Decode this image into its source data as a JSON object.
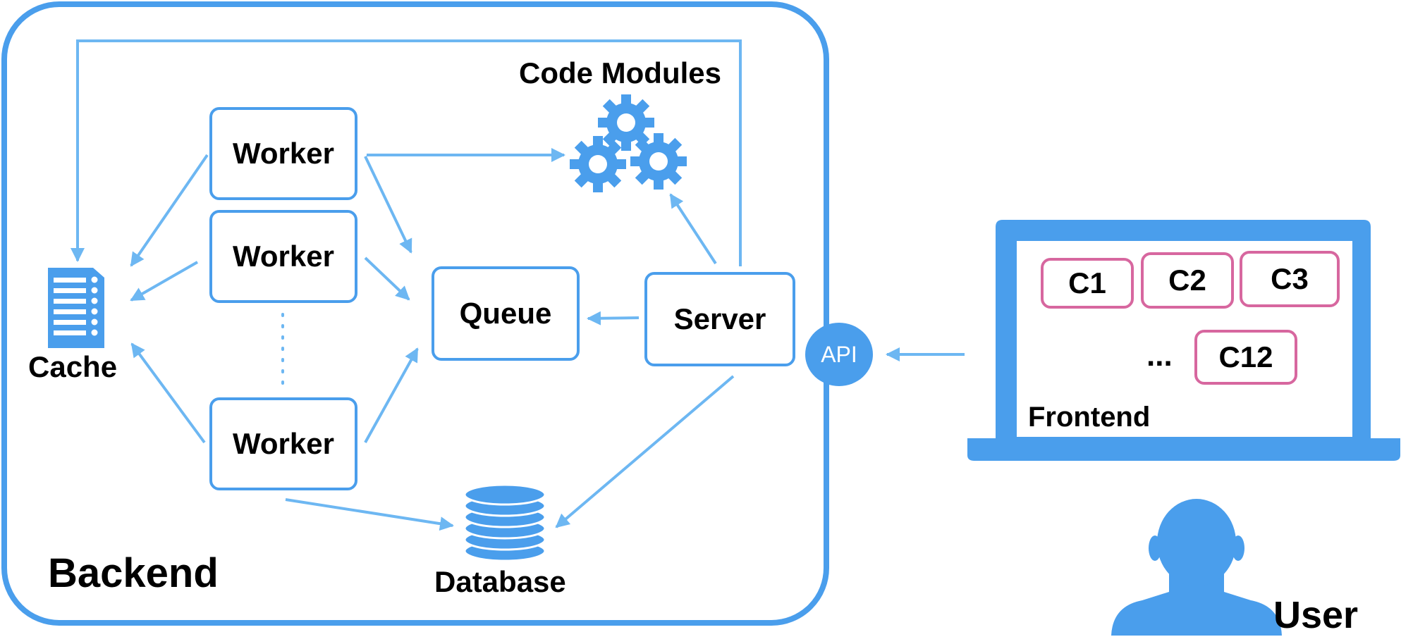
{
  "backend": {
    "label": "Backend"
  },
  "workers": [
    {
      "label": "Worker"
    },
    {
      "label": "Worker"
    },
    {
      "label": "Worker"
    }
  ],
  "queue": {
    "label": "Queue"
  },
  "server": {
    "label": "Server"
  },
  "cache": {
    "label": "Cache"
  },
  "code_modules": {
    "label": "Code Modules"
  },
  "database": {
    "label": "Database"
  },
  "api": {
    "label": "API"
  },
  "frontend": {
    "label": "Frontend",
    "components": [
      "C1",
      "C2",
      "C3",
      "C12"
    ],
    "ellipsis": "..."
  },
  "user": {
    "label": "User"
  },
  "colors": {
    "backend_border": "#4a9eec",
    "node_border": "#4a9eec",
    "arrow": "#6db7f2",
    "component_border": "#d7679f",
    "icon_fill": "#4a9eec"
  }
}
